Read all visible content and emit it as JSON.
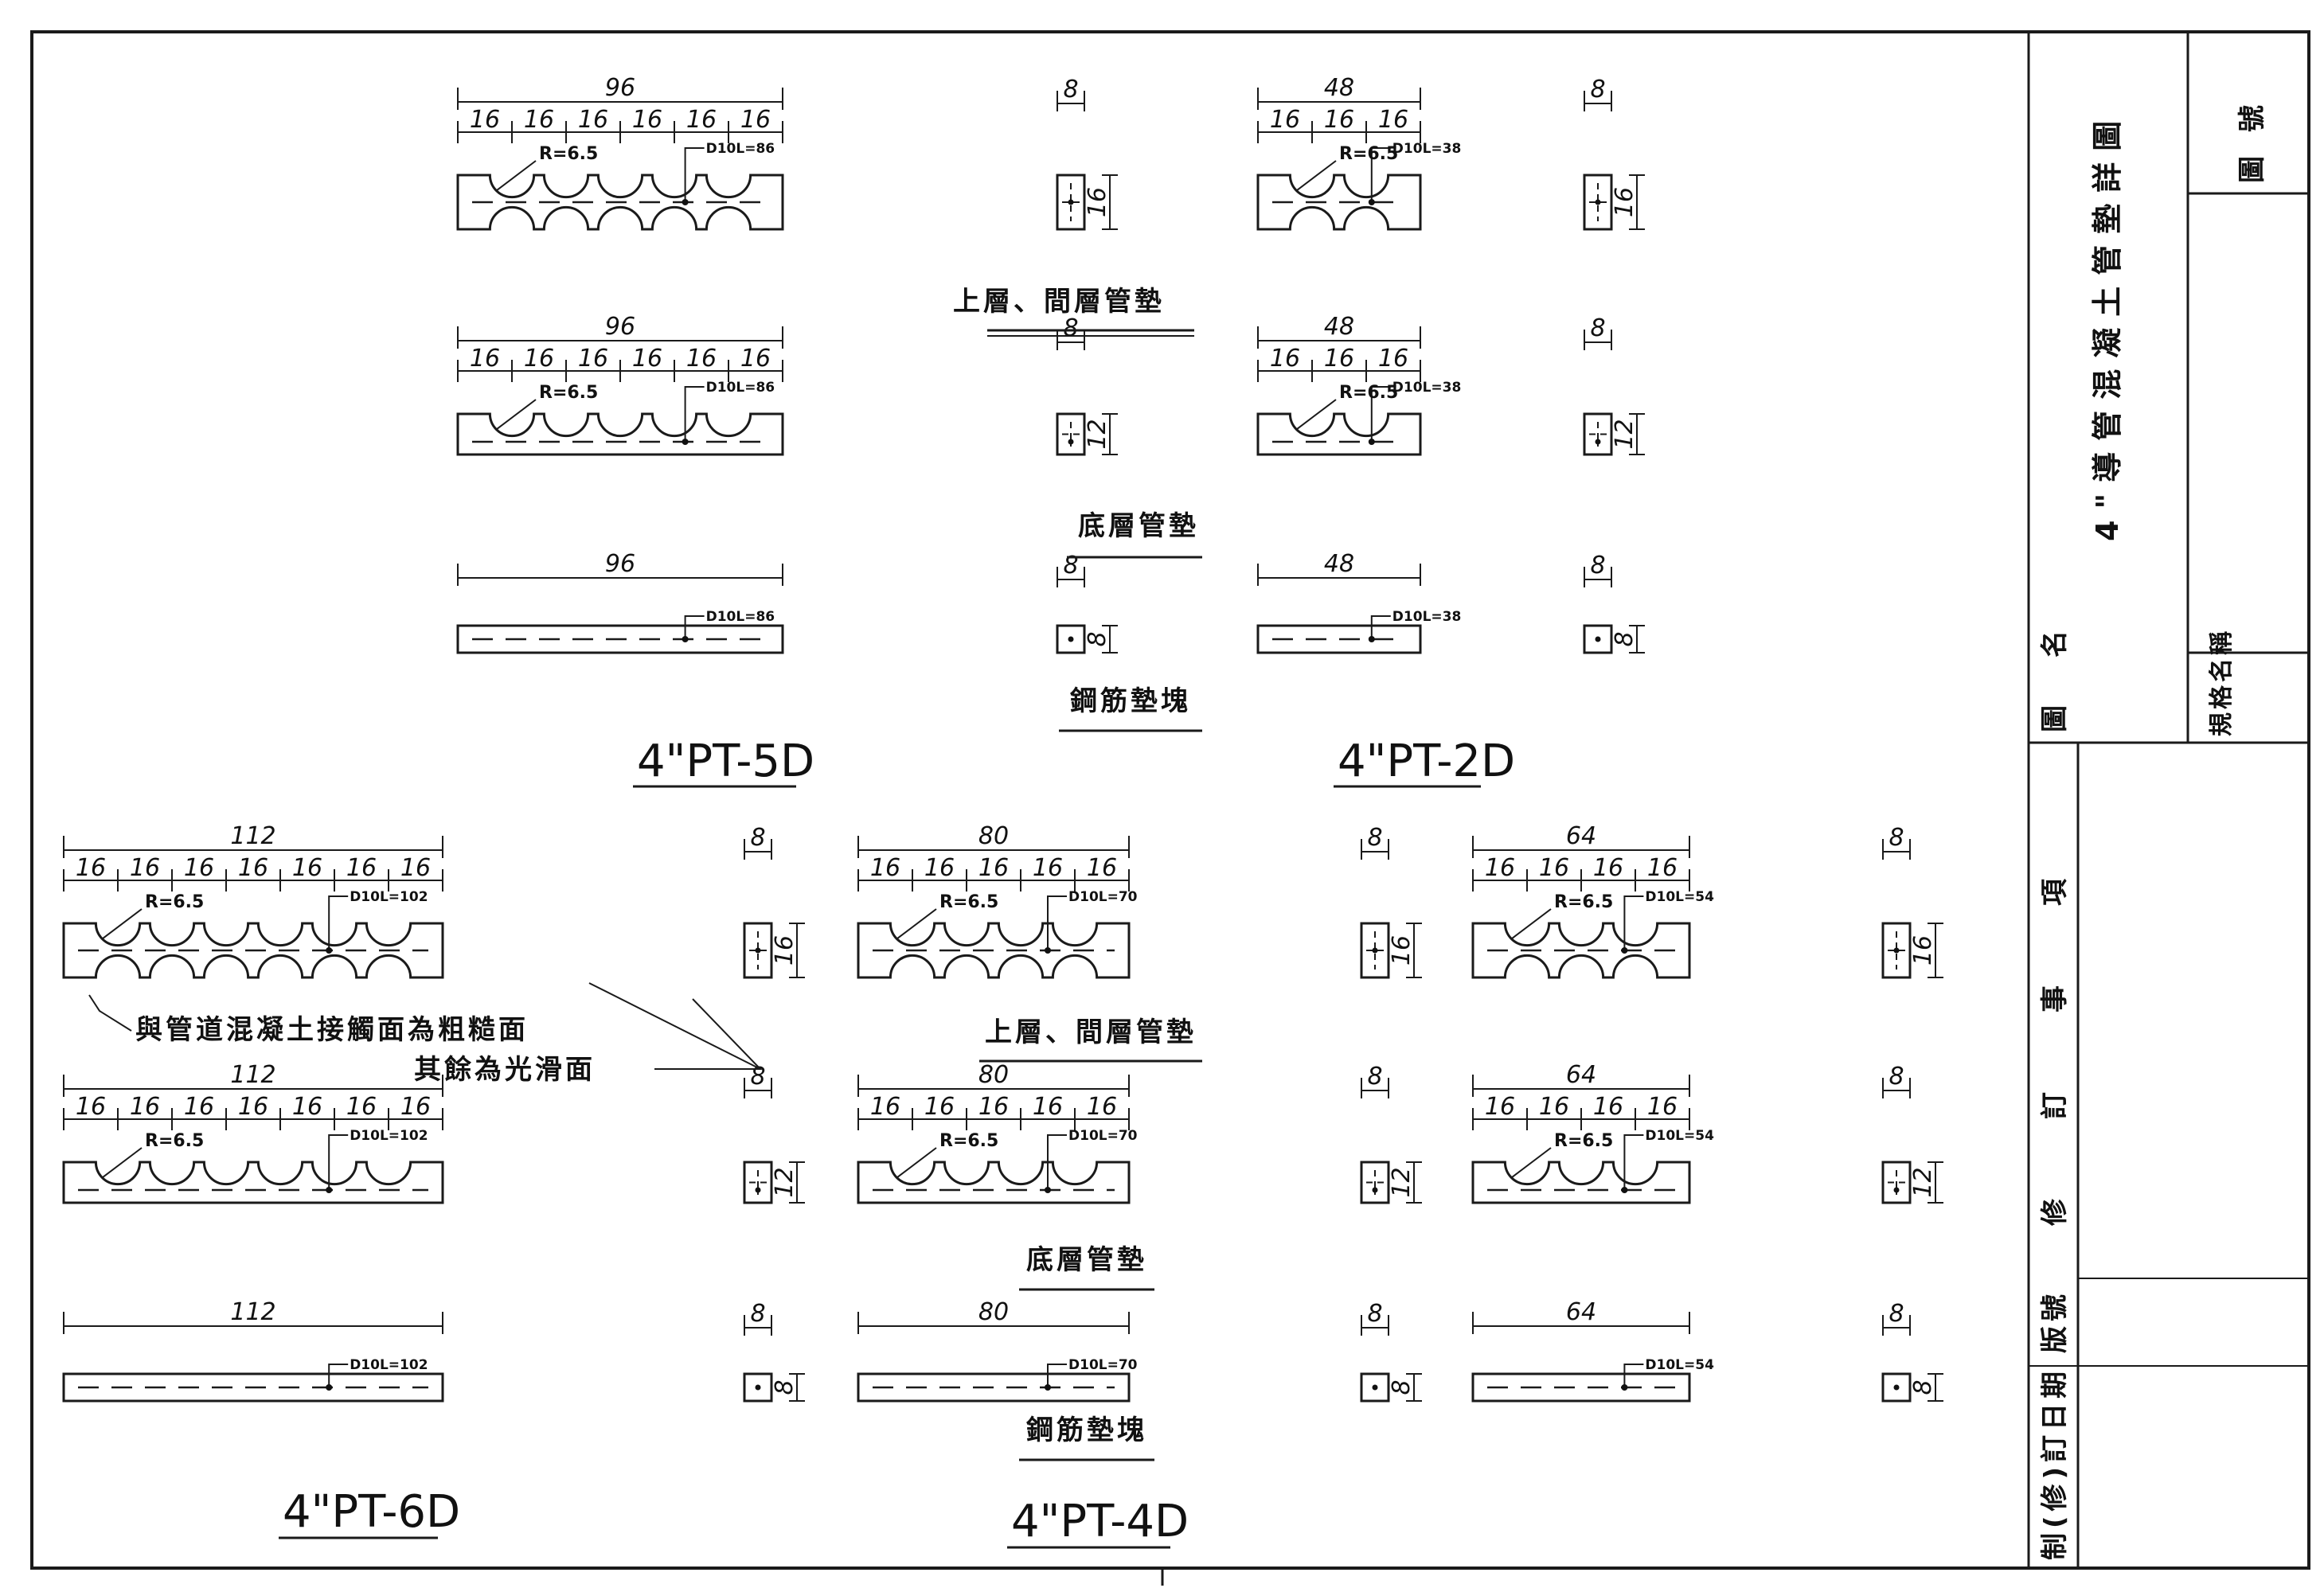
{
  "drawing_title": "4\"導管混凝土管墊詳圖",
  "title_block": {
    "drawing_number_label": "圖號",
    "drawing_name_label": "圖名",
    "spec_name_label": "規格名稱",
    "revision_items_label": "修訂事項",
    "revision_date_label": "制(修)訂日期",
    "edition_label": "版號"
  },
  "labels": {
    "upper_middle_pad": "上層、間層管墊",
    "bottom_pad": "底層管墊",
    "rebar_spacer": "鋼筋墊塊",
    "rough_note": "與管道混凝土接觸面為粗糙面",
    "smooth_note": "其餘為光滑面"
  },
  "models": [
    {
      "id": "5D",
      "name": "4\"PT-5D",
      "count": 5,
      "total": "96",
      "segments": [
        "16",
        "16",
        "16",
        "16",
        "16",
        "16"
      ],
      "radius": "R=6.5",
      "radius_bottom": "R=6.5",
      "rebar": "D10L=86",
      "end_width": "8",
      "height_upper": "16",
      "height_bottom": "12",
      "height_spacer": "8"
    },
    {
      "id": "2D",
      "name": "4\"PT-2D",
      "count": 2,
      "total": "48",
      "segments": [
        "16",
        "16",
        "16"
      ],
      "radius": "R=6.5",
      "radius_bottom": "R=6.5",
      "rebar": "D10L=38",
      "end_width": "8",
      "height_upper": "16",
      "height_bottom": "12",
      "height_spacer": "8"
    },
    {
      "id": "6D",
      "name": "4\"PT-6D",
      "count": 6,
      "total": "112",
      "segments": [
        "16",
        "16",
        "16",
        "16",
        "16",
        "16",
        "16"
      ],
      "radius": "R=6.5",
      "radius_bottom": "R=6.5",
      "rebar": "D10L=102",
      "end_width": "8",
      "height_upper": "16",
      "height_bottom": "12",
      "height_spacer": "8"
    },
    {
      "id": "4D_80",
      "name": "4\"PT-4D",
      "count": 4,
      "total": "80",
      "segments": [
        "16",
        "16",
        "16",
        "16",
        "16"
      ],
      "radius": "R=6.5",
      "radius_bottom": "R=6.5",
      "rebar": "D10L=70",
      "end_width": "8",
      "height_upper": "16",
      "height_bottom": "12",
      "height_spacer": "8"
    },
    {
      "id": "4D_64",
      "name": "",
      "count": 3,
      "total": "64",
      "segments": [
        "16",
        "16",
        "16",
        "16"
      ],
      "radius": "R=6.5",
      "radius_bottom": "R=6.5",
      "rebar": "D10L=54",
      "end_width": "8",
      "height_upper": "16",
      "height_bottom": "12",
      "height_spacer": "8"
    }
  ]
}
